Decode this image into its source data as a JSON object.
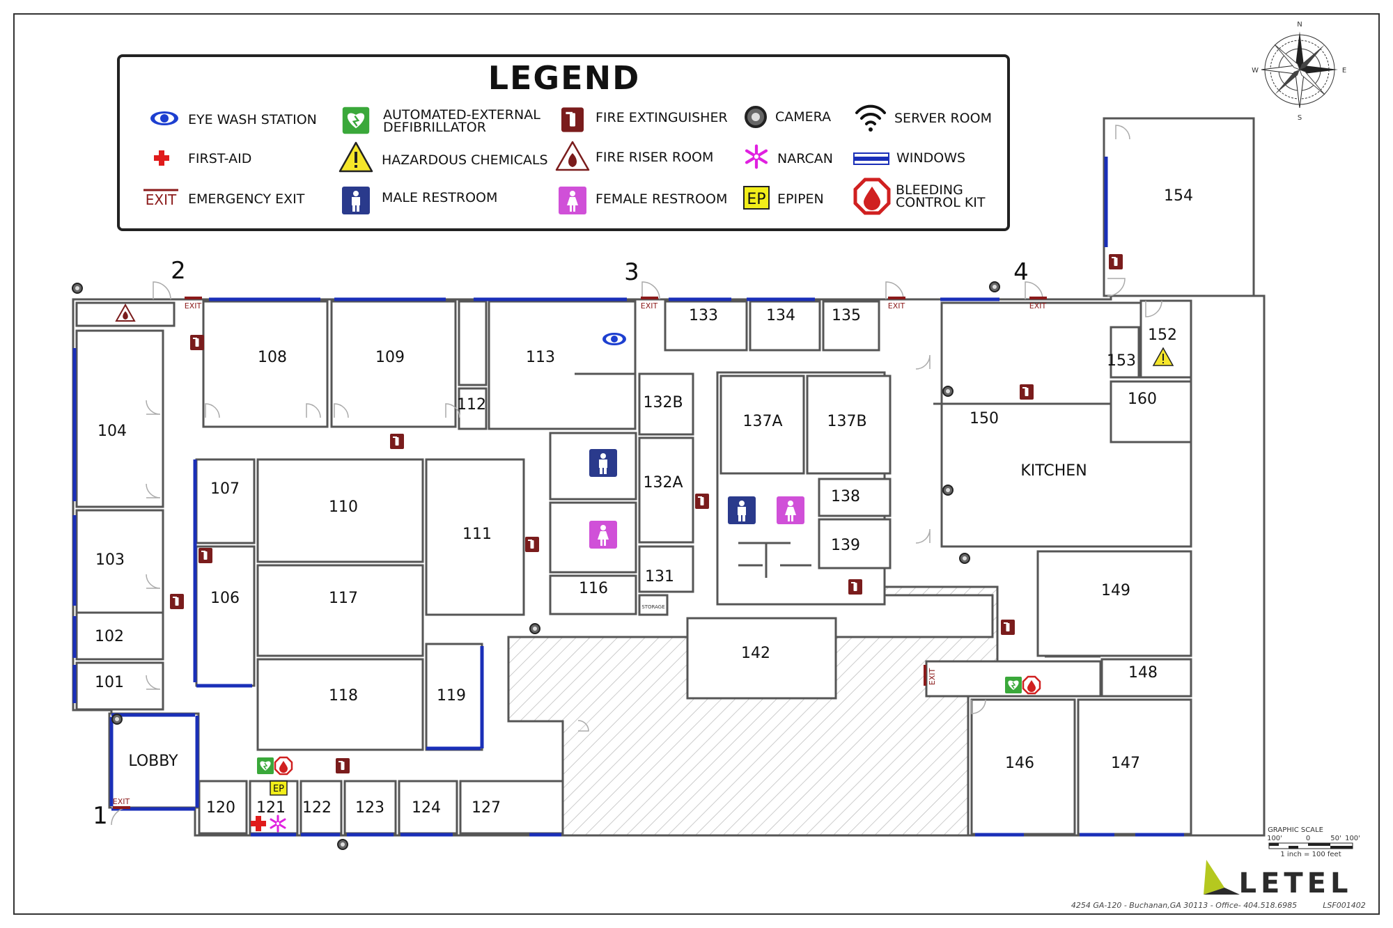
{
  "legend": {
    "title": "LEGEND",
    "items": [
      {
        "label_lines": [
          "EYE WASH STATION"
        ],
        "icon": "eye-icon"
      },
      {
        "label_lines": [
          "FIRST-AID"
        ],
        "icon": "first-aid-icon"
      },
      {
        "label_lines": [
          "EMERGENCY EXIT"
        ],
        "icon": "exit-sign-icon"
      },
      {
        "label_lines": [
          "AUTOMATED-EXTERNAL",
          "DEFIBRILLATOR"
        ],
        "icon": "aed-icon"
      },
      {
        "label_lines": [
          "HAZARDOUS CHEMICALS"
        ],
        "icon": "hazard-icon"
      },
      {
        "label_lines": [
          "MALE RESTROOM"
        ],
        "icon": "male-restroom-icon"
      },
      {
        "label_lines": [
          "FIRE EXTINGUISHER"
        ],
        "icon": "fire-extinguisher-icon"
      },
      {
        "label_lines": [
          "FIRE RISER ROOM"
        ],
        "icon": "fire-riser-icon"
      },
      {
        "label_lines": [
          "FEMALE RESTROOM"
        ],
        "icon": "female-restroom-icon"
      },
      {
        "label_lines": [
          "CAMERA"
        ],
        "icon": "camera-icon"
      },
      {
        "label_lines": [
          "NARCAN"
        ],
        "icon": "narcan-icon"
      },
      {
        "label_lines": [
          "EPIPEN"
        ],
        "icon": "epipen-icon"
      },
      {
        "label_lines": [
          "SERVER ROOM"
        ],
        "icon": "server-room-icon"
      },
      {
        "label_lines": [
          "WINDOWS"
        ],
        "icon": "windows-icon"
      },
      {
        "label_lines": [
          "BLEEDING",
          "CONTROL KIT"
        ],
        "icon": "bleeding-kit-icon"
      }
    ],
    "exit_sign_text": "EXIT",
    "epipen_badge_text": "EP"
  },
  "rooms": [
    "104",
    "103",
    "102",
    "101",
    "LOBBY",
    "108",
    "109",
    "112",
    "113",
    "107",
    "110",
    "111",
    "106",
    "117",
    "118",
    "119",
    "116",
    "132B",
    "132A",
    "131",
    "133",
    "134",
    "135",
    "137A",
    "137B",
    "138",
    "139",
    "142",
    "150",
    "KITCHEN",
    "149",
    "148",
    "146",
    "147",
    "154",
    "152",
    "153",
    "160",
    "120",
    "121",
    "122",
    "123",
    "124",
    "127"
  ],
  "entries": [
    "1",
    "2",
    "3",
    "4"
  ],
  "exit_text": "EXIT",
  "storage_text": "STORAGE",
  "epipen_marker_text": "EP",
  "compass": {
    "n": "N",
    "s": "S",
    "e": "E",
    "w": "W"
  },
  "scale": {
    "title": "GRAPHIC  SCALE",
    "ticks": [
      "100'",
      "0",
      "50'",
      "100'"
    ],
    "note": "1 inch = 100 feet"
  },
  "logo_text": "LETEL",
  "footer": {
    "address": "4254 GA-120 - Buchanan,GA 30113 - Office- 404.518.6985",
    "code": "LSF001402"
  },
  "colors": {
    "window": "#1a2fb8",
    "wall": "#555555",
    "extinguisher": "#7a1c1c",
    "aed": "#3aa83a",
    "narcan": "#e020e0",
    "first_aid": "#e01b1b",
    "male": "#2a3a8c",
    "female": "#d050d8",
    "epipen": "#f2ee1a",
    "logo_green": "#b5c81f"
  }
}
